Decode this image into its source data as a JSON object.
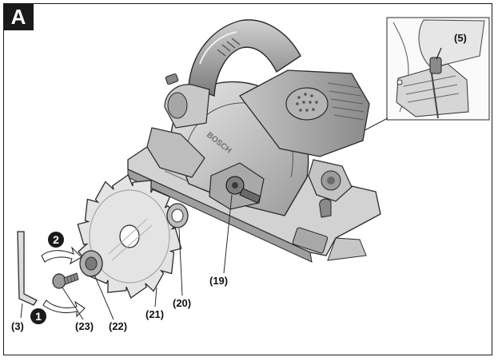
{
  "figure": {
    "letter": "A"
  },
  "callouts": {
    "c3": "(3)",
    "c5": "(5)",
    "c19": "(19)",
    "c20": "(20)",
    "c21": "(21)",
    "c22": "(22)",
    "c23": "(23)"
  },
  "steps": {
    "s1": "1",
    "s2": "2"
  },
  "brand": "BOSCH",
  "colors": {
    "outline": "#2a2a2a",
    "body_light": "#dcdcdc",
    "body_mid": "#b8b8b8",
    "body_dark": "#8c8c8c",
    "shoe": "#d2d2d2",
    "blade": "#e4e4e4"
  }
}
